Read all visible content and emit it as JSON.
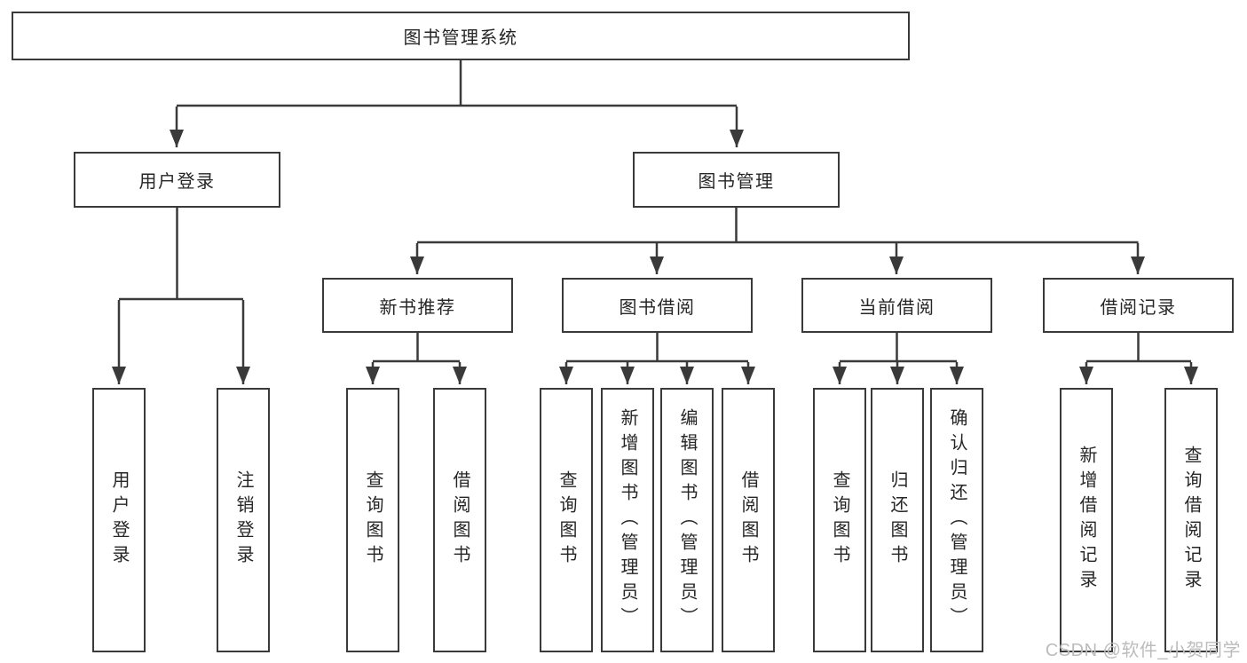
{
  "colors": {
    "line": "#3a3a3a",
    "box_bg": "#ffffff",
    "text": "#262626",
    "watermark": "#bcbcbc"
  },
  "watermark": {
    "text": "CSDN @软件_小贺同学"
  },
  "tree": {
    "root": {
      "label": "图书管理系统"
    },
    "level2": [
      {
        "id": "user-login",
        "label": "用户登录"
      },
      {
        "id": "book-management",
        "label": "图书管理"
      }
    ],
    "level3": [
      {
        "id": "new-book-recommend",
        "parent": "图书管理",
        "label": "新书推荐"
      },
      {
        "id": "book-borrow",
        "parent": "图书管理",
        "label": "图书借阅"
      },
      {
        "id": "current-borrow",
        "parent": "图书管理",
        "label": "当前借阅"
      },
      {
        "id": "borrow-record",
        "parent": "图书管理",
        "label": "借阅记录"
      }
    ],
    "leaves": [
      {
        "parent": "用户登录",
        "label": "用户登录"
      },
      {
        "parent": "用户登录",
        "label": "注销登录"
      },
      {
        "parent": "新书推荐",
        "label": "查询图书"
      },
      {
        "parent": "新书推荐",
        "label": "借阅图书"
      },
      {
        "parent": "图书借阅",
        "label": "查询图书"
      },
      {
        "parent": "图书借阅",
        "label": "新增图书（管理员）"
      },
      {
        "parent": "图书借阅",
        "label": "编辑图书（管理员）"
      },
      {
        "parent": "图书借阅",
        "label": "借阅图书"
      },
      {
        "parent": "当前借阅",
        "label": "查询图书"
      },
      {
        "parent": "当前借阅",
        "label": "归还图书"
      },
      {
        "parent": "当前借阅",
        "label": "确认归还（管理员）"
      },
      {
        "parent": "借阅记录",
        "label": "新增借阅记录"
      },
      {
        "parent": "借阅记录",
        "label": "查询借阅记录"
      }
    ]
  }
}
